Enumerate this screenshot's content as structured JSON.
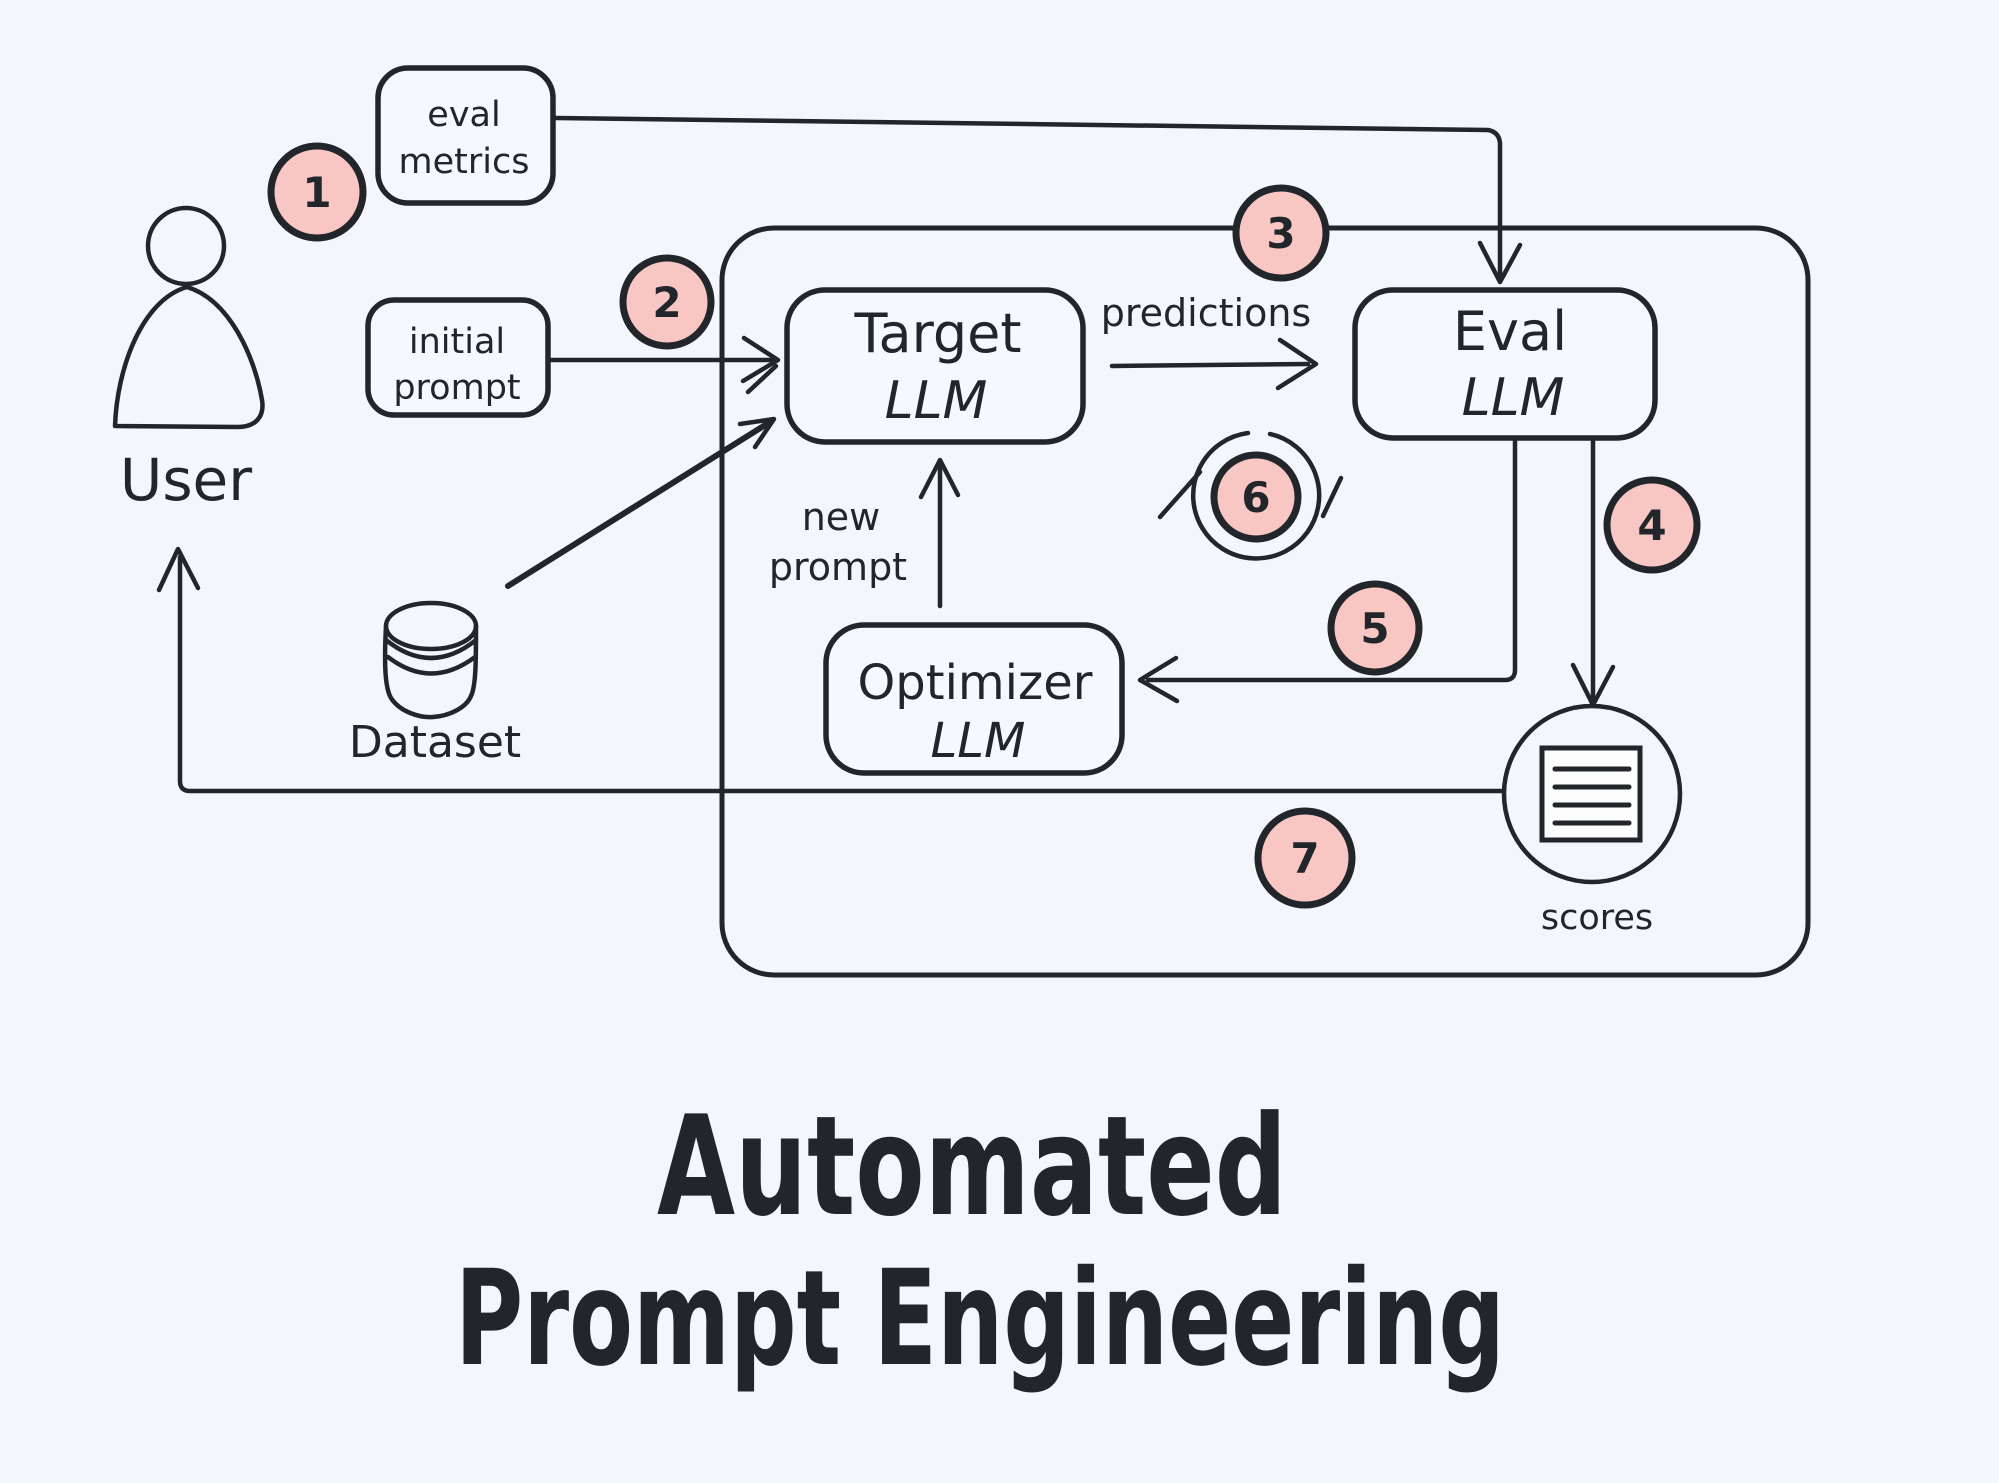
{
  "colors": {
    "background": "#f3f6fb",
    "ink": "#22262b",
    "badge_fill": "#f9c7c3",
    "paper_fill": "#fdfdfe"
  },
  "title": {
    "line1": "Automated",
    "line2": "Prompt Engineering"
  },
  "actors": {
    "user_label": "User",
    "dataset_label": "Dataset"
  },
  "boxes": {
    "eval_metrics": {
      "line1": "eval",
      "line2": "metrics"
    },
    "initial_prompt": {
      "line1": "initial",
      "line2": "prompt"
    },
    "target_llm": {
      "line1": "Target",
      "line2": "LLM"
    },
    "eval_llm": {
      "line1": "Eval",
      "line2": "LLM"
    },
    "optimizer_llm": {
      "line1": "Optimizer",
      "line2": "LLM"
    }
  },
  "labels": {
    "predictions": "predictions",
    "new_prompt_line1": "new",
    "new_prompt_line2": "prompt",
    "scores": "scores"
  },
  "badges": {
    "step1": "1",
    "step2": "2",
    "step3": "3",
    "step4": "4",
    "step5": "5",
    "step6": "6",
    "step7": "7"
  }
}
